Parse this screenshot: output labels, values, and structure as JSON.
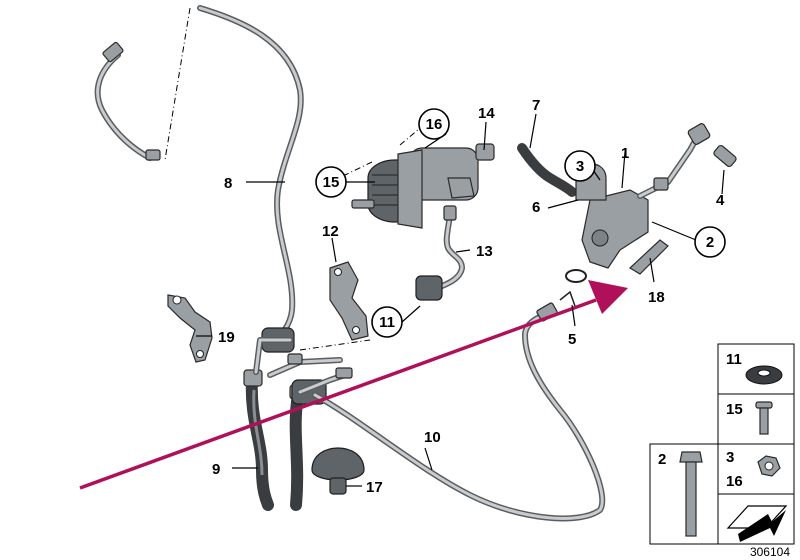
{
  "part_labels": {
    "p1": "1",
    "p2": "2",
    "p3": "3",
    "p4": "4",
    "p5": "5",
    "p6": "6",
    "p7": "7",
    "p8": "8",
    "p9": "9",
    "p10": "10",
    "p11": "11",
    "p12": "12",
    "p13": "13",
    "p14": "14",
    "p15": "15",
    "p16": "16",
    "p17": "17",
    "p18": "18",
    "p19": "19"
  },
  "legend": {
    "box_11": "11",
    "box_15": "15",
    "box_2": "2",
    "box_3": "3",
    "box_16": "16"
  },
  "diagram_id": "306104",
  "colors": {
    "arrow": "#b0105a",
    "line": "#000000",
    "metal": "#9a9fa4",
    "rubber": "#3a3d40"
  }
}
